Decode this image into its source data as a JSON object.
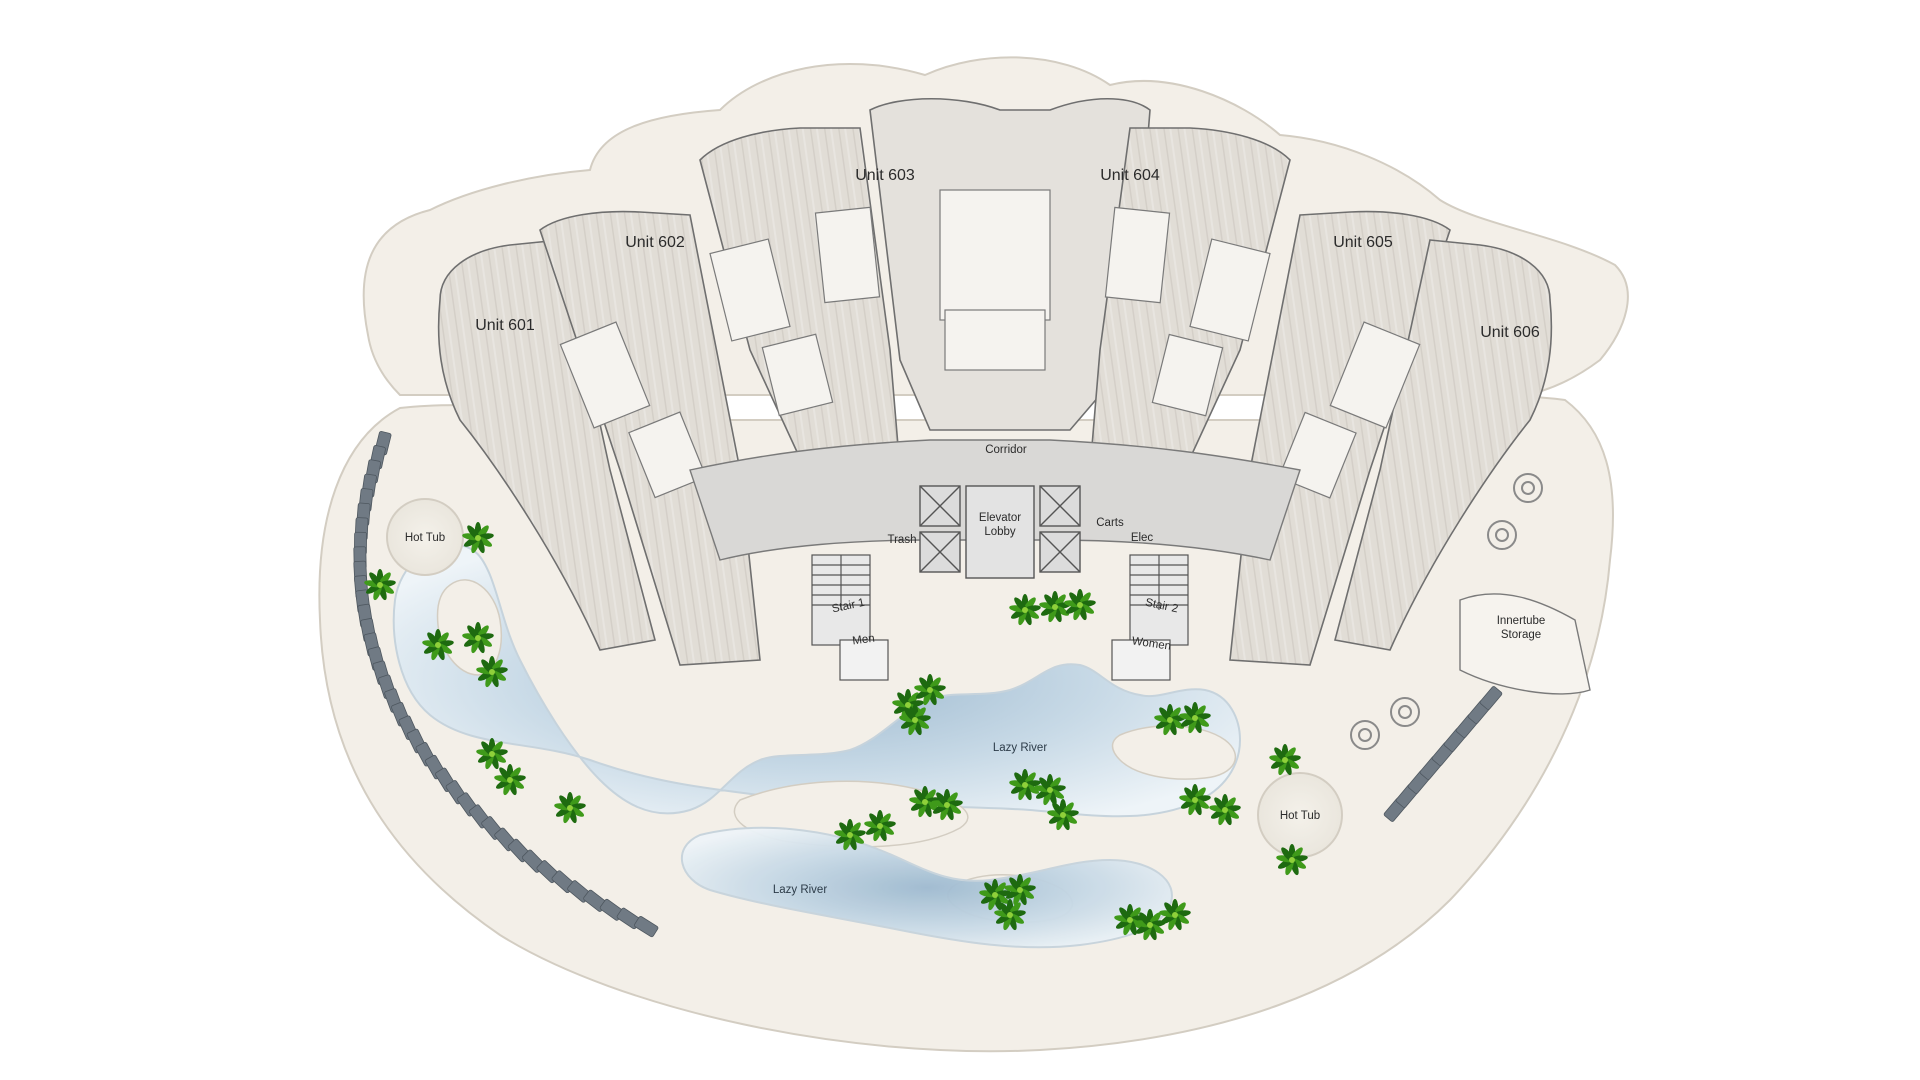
{
  "colors": {
    "deck": "#f3efe8",
    "deck_edge": "#cfc9bf",
    "floor": "#e2dfda",
    "floor_stripe": "#d5d1cb",
    "core": "#d9d8d6",
    "wall": "#6f6f6f",
    "water_light": "#eaf1f6",
    "water_deep": "#8fb0c8",
    "palm_dark": "#1e6a10",
    "palm_light": "#6fbf28",
    "lounger": "#707a84"
  },
  "units": [
    {
      "id": "601",
      "label": "Unit 601"
    },
    {
      "id": "602",
      "label": "Unit 602"
    },
    {
      "id": "603",
      "label": "Unit 603"
    },
    {
      "id": "604",
      "label": "Unit 604"
    },
    {
      "id": "605",
      "label": "Unit 605"
    },
    {
      "id": "606",
      "label": "Unit 606"
    }
  ],
  "common": {
    "corridor": "Corridor",
    "elevator_lobby_1": "Elevator",
    "elevator_lobby_2": "Lobby",
    "trash": "Trash",
    "carts": "Carts",
    "elec": "Elec",
    "stair_1": "Stair 1",
    "stair_2": "Stair 2",
    "men": "Men",
    "women": "Women"
  },
  "amenities": {
    "hot_tub_left": "Hot Tub",
    "hot_tub_right": "Hot Tub",
    "lazy_river_upper": "Lazy River",
    "lazy_river_lower": "Lazy River",
    "innertube_storage_1": "Innertube",
    "innertube_storage_2": "Storage"
  },
  "icons": [
    "palm-tree-icon",
    "lounge-chair-icon",
    "table-chairs-icon",
    "elevator-icon",
    "stair-icon"
  ]
}
